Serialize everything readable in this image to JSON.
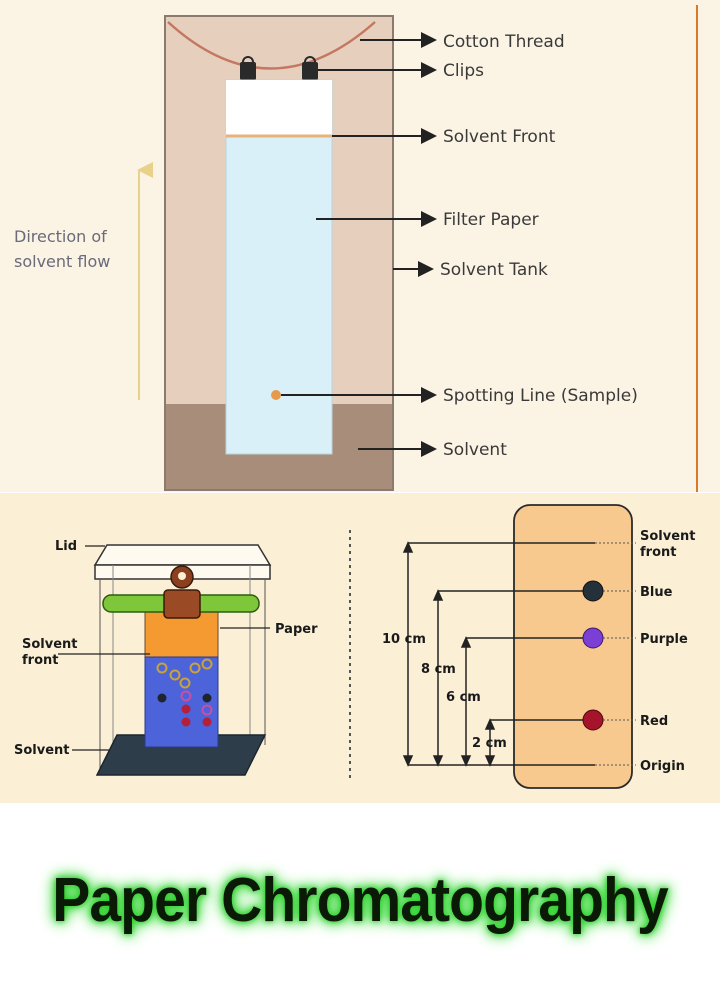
{
  "top_diagram": {
    "direction_label": [
      "Direction of",
      "solvent flow"
    ],
    "labels": {
      "cotton_thread": "Cotton Thread",
      "clips": "Clips",
      "solvent_front": "Solvent Front",
      "filter_paper": "Filter Paper",
      "solvent_tank": "Solvent Tank",
      "spotting_line": "Spotting Line (Sample)",
      "solvent": "Solvent"
    },
    "colors": {
      "background": "#fbf3e4",
      "tank": "#e6d0bd",
      "solvent": "#a88d7a",
      "paper": "#d9f0f8",
      "front_line": "#e8b27a",
      "sample_dot": "#e69a4c"
    }
  },
  "apparatus_diagram": {
    "labels": {
      "lid": "Lid",
      "paper": "Paper",
      "solvent_front": [
        "Solvent",
        "front"
      ],
      "solvent": "Solvent"
    },
    "colors": {
      "background": "#fbf0d6",
      "paper_top": "#f59a30",
      "paper_bottom": "#4d63d9",
      "rod": "#7fc73a",
      "clip": "#8a3f1e",
      "base": "#2d3d4a"
    }
  },
  "rf_diagram": {
    "labels": {
      "solvent_front": [
        "Solvent",
        "front"
      ],
      "blue": "Blue",
      "purple": "Purple",
      "red": "Red",
      "origin": "Origin"
    },
    "distances": [
      "10 cm",
      "8 cm",
      "6 cm",
      "2 cm"
    ],
    "spot_colors": {
      "blue": "#24313a",
      "purple": "#7b3fd6",
      "red": "#a5142a"
    },
    "strip_color": "#f8c98e"
  },
  "title": "Paper Chromatography"
}
